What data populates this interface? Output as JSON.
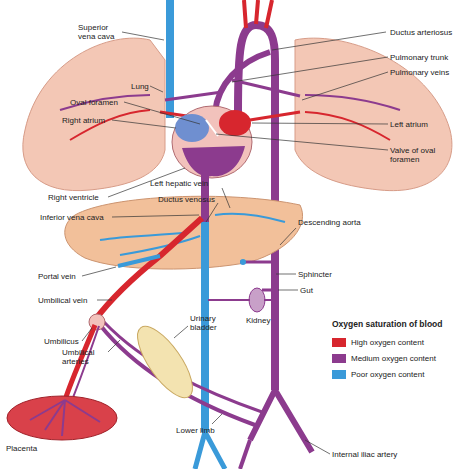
{
  "diagram": {
    "labels": [
      "Superior vena cava",
      "Lung",
      "Oval foramen",
      "Right atrium",
      "Right ventricle",
      "Inferior vena cava",
      "Left hepatic vein",
      "Ductus venosus",
      "Portal vein",
      "Umbilical vein",
      "Umbilicus",
      "Umbilical arteries",
      "Placenta",
      "Ductus arteriosus",
      "Pulmonary trunk",
      "Pulmonary veins",
      "Left atrium",
      "Valve of oval foramen",
      "Descending aorta",
      "Sphincter",
      "Gut",
      "Kidney",
      "Urinary bladder",
      "Lower limb",
      "Internal iliac artery",
      "Oxygen saturation of blood"
    ],
    "legend": [
      {
        "text": "High oxygen content",
        "color": "#d7262e"
      },
      {
        "text": "Medium oxygen content",
        "color": "#8c3b8e"
      },
      {
        "text": "Poor oxygen content",
        "color": "#3a9ad9"
      }
    ]
  }
}
